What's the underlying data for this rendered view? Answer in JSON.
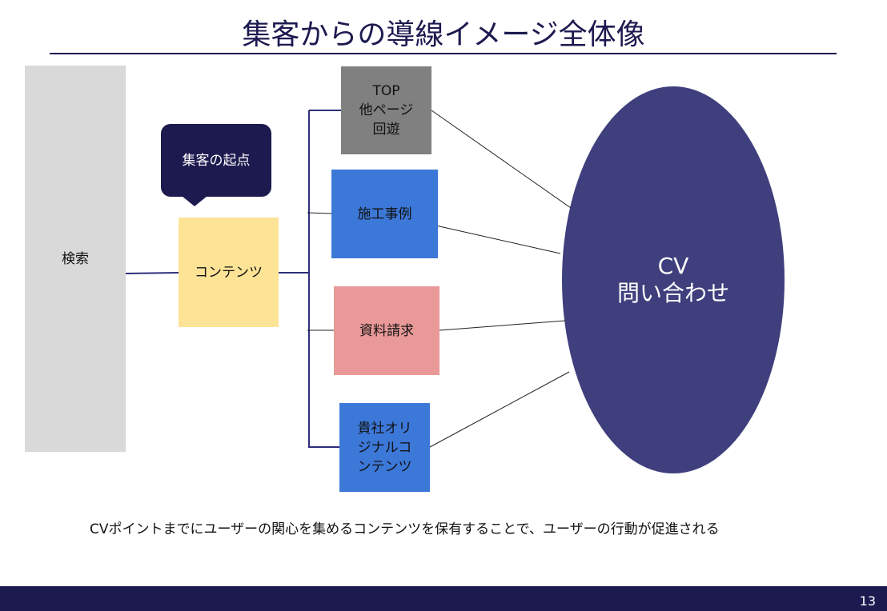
{
  "title": "集客からの導線イメージ全体像",
  "search_label": "検索",
  "callout_label": "集客の起点",
  "contents_label": "コンテンツ",
  "branches": [
    {
      "label": "TOP\n他ページ\n回遊",
      "color": "#808080"
    },
    {
      "label": "施工事例",
      "color": "#3c78d8"
    },
    {
      "label": "資料請求",
      "color": "#ea9999"
    },
    {
      "label": "貴社オリ\nジナルコ\nンテンツ",
      "color": "#3c78d8"
    }
  ],
  "cv": {
    "line1": "CV",
    "line2": "問い合わせ",
    "color": "#3f3f7e"
  },
  "caption": "CVポイントまでにユーザーの関心を集めるコンテンツを保有することで、ユーザーの行動が促進される",
  "page_number": "13"
}
